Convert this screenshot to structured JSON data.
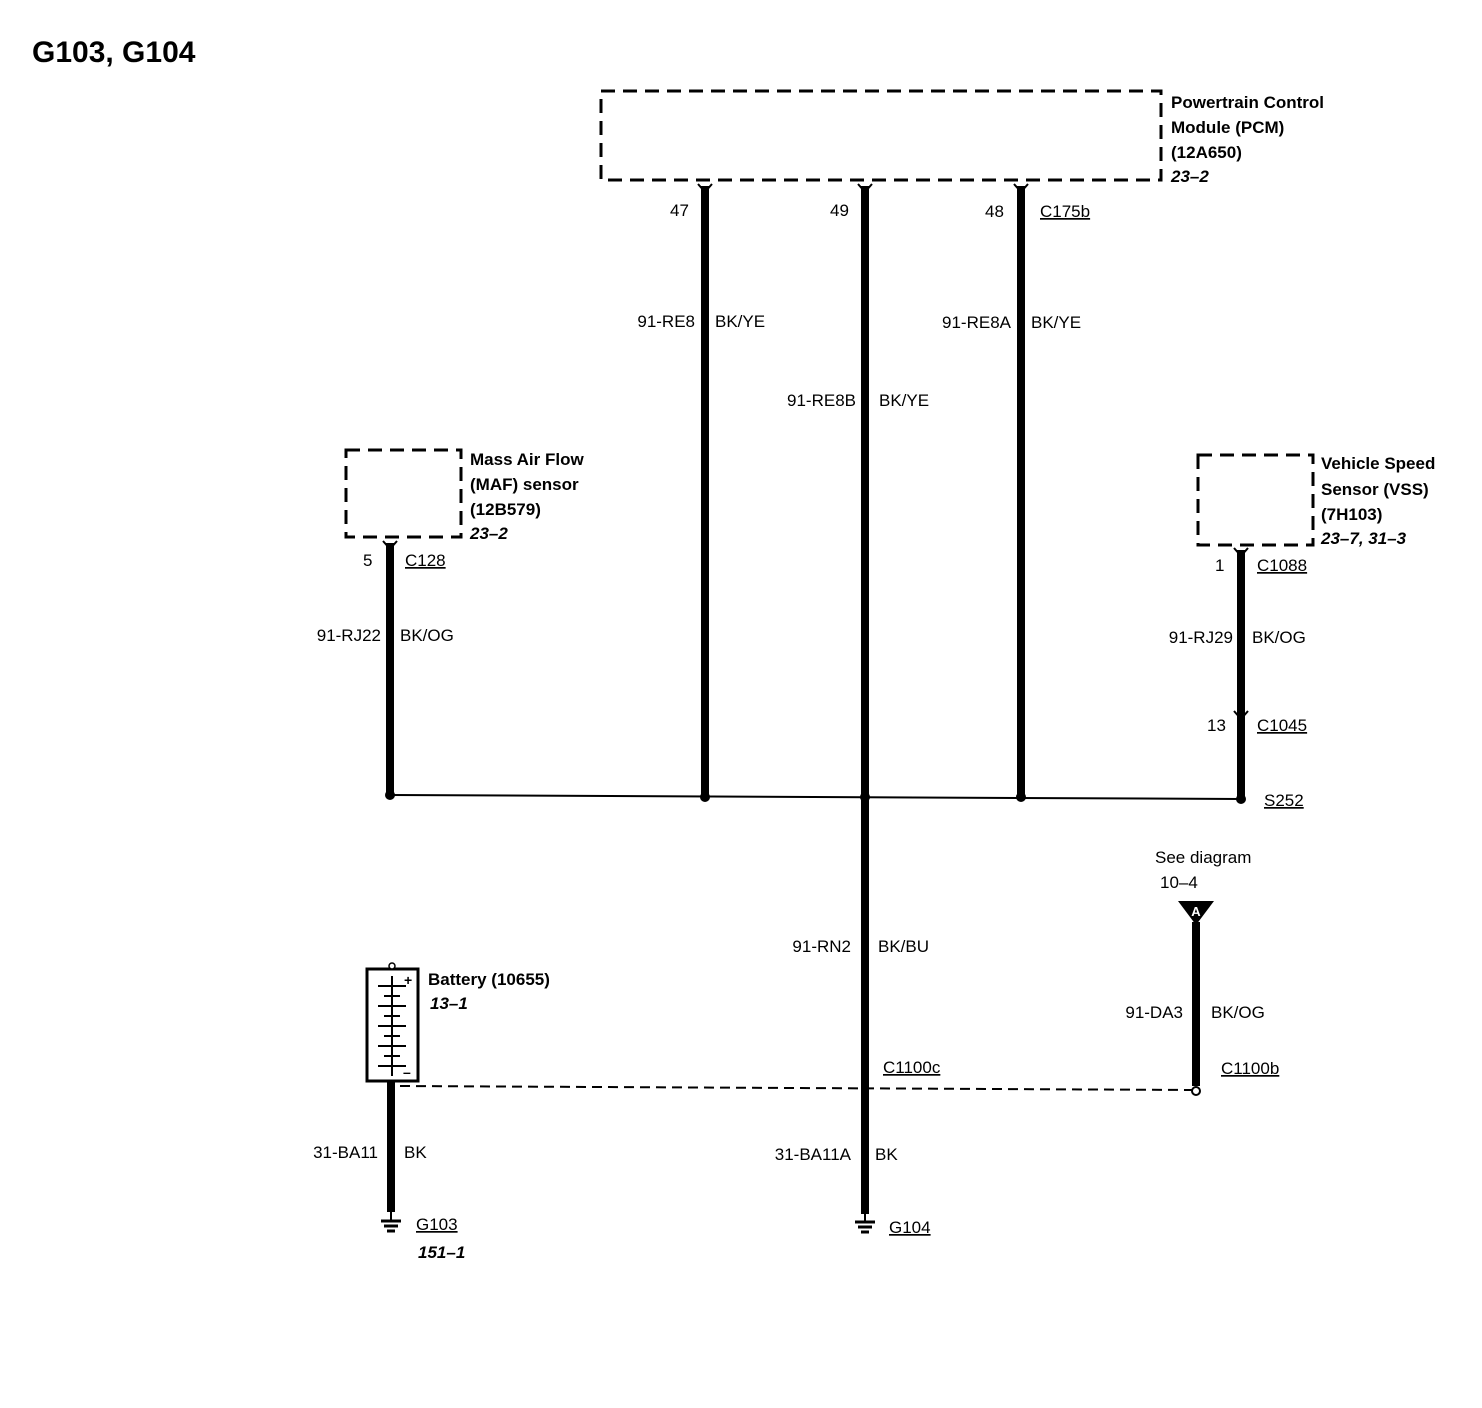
{
  "title": "G103, G104",
  "pcm": {
    "lines": [
      "Powertrain Control",
      "Module (PCM)",
      "(12A650)"
    ],
    "ref": "23–2",
    "connector": "C175b"
  },
  "maf": {
    "lines": [
      "Mass Air Flow",
      "(MAF) sensor",
      "(12B579)"
    ],
    "ref": "23–2",
    "connector": "C128",
    "pin": "5"
  },
  "vss": {
    "lines": [
      "Vehicle Speed",
      "Sensor (VSS)",
      "(7H103)"
    ],
    "ref": "23–7, 31–3",
    "connector": "C1088",
    "pin": "1",
    "inline_pin": "13",
    "inline_connector": "C1045"
  },
  "pins": {
    "p47": "47",
    "p49": "49",
    "p48": "48"
  },
  "wires": {
    "re8": {
      "circuit": "91-RE8",
      "color": "BK/YE"
    },
    "re8a": {
      "circuit": "91-RE8A",
      "color": "BK/YE"
    },
    "re8b": {
      "circuit": "91-RE8B",
      "color": "BK/YE"
    },
    "rj22": {
      "circuit": "91-RJ22",
      "color": "BK/OG"
    },
    "rj29": {
      "circuit": "91-RJ29",
      "color": "BK/OG"
    },
    "rn2": {
      "circuit": "91-RN2",
      "color": "BK/BU"
    },
    "da3": {
      "circuit": "91-DA3",
      "color": "BK/OG"
    },
    "ba11": {
      "circuit": "31-BA11",
      "color": "BK"
    },
    "ba11a": {
      "circuit": "31-BA11A",
      "color": "BK"
    }
  },
  "splice": "S252",
  "see_diagram": {
    "text": "See diagram",
    "ref": "10–4",
    "marker": "A"
  },
  "battery": {
    "label": "Battery (10655)",
    "ref": "13–1",
    "plus": "+",
    "minus": "–"
  },
  "connectors": {
    "c1100c": "C1100c",
    "c1100b": "C1100b"
  },
  "grounds": {
    "g103": "G103",
    "g103_ref": "151–1",
    "g104": "G104"
  }
}
